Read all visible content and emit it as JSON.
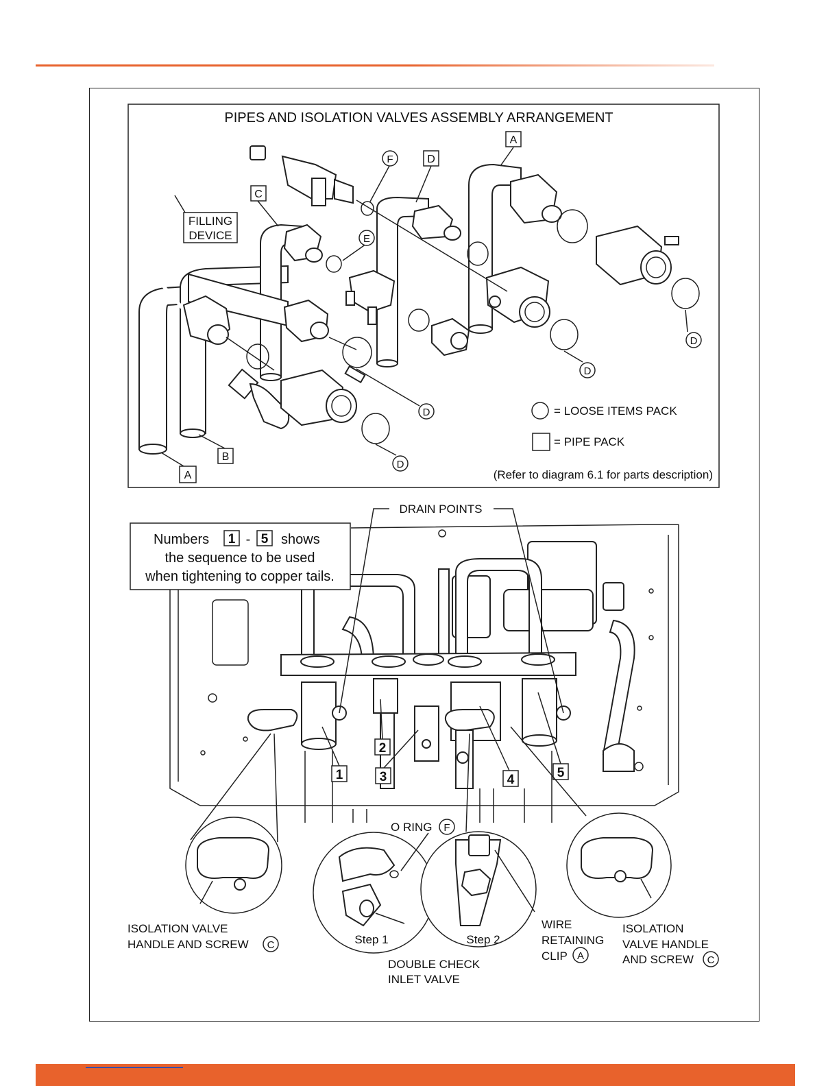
{
  "top_diagram": {
    "title": "PIPES AND ISOLATION VALVES ASSEMBLY ARRANGEMENT",
    "filling_device_line1": "FILLING",
    "filling_device_line2": "DEVICE",
    "callout_letters": {
      "a1": "A",
      "a2": "A",
      "b": "B",
      "c": "C",
      "d_top": "D",
      "d1": "D",
      "d2": "D",
      "d3": "D",
      "d4": "D",
      "e": "E",
      "f": "F"
    },
    "legend": {
      "loose_items": "=  LOOSE ITEMS PACK",
      "pipe_pack": "=  PIPE PACK"
    },
    "footnote": "(Refer to diagram 6.1 for parts description)"
  },
  "bottom_diagram": {
    "drain_points": "DRAIN POINTS",
    "info_box": {
      "line1_prefix": "Numbers",
      "num_start": "1",
      "dash": "-",
      "num_end": "5",
      "line1_suffix": "shows",
      "line2": "the sequence to be used",
      "line3": "when tightening to copper tails."
    },
    "sequence_numbers": [
      "1",
      "2",
      "3",
      "4",
      "5"
    ],
    "o_ring_label": "O RING",
    "o_ring_letter": "F",
    "step1": "Step 1",
    "step2": "Step 2",
    "isolation_left_line1": "ISOLATION VALVE",
    "isolation_left_line2": "HANDLE AND SCREW",
    "isolation_left_letter": "C",
    "double_check_line1": "DOUBLE CHECK",
    "double_check_line2": "INLET VALVE",
    "wire_clip_line1": "WIRE",
    "wire_clip_line2": "RETAINING",
    "wire_clip_line3": "CLIP",
    "wire_clip_letter": "A",
    "isolation_right_line1": "ISOLATION",
    "isolation_right_line2": "VALVE HANDLE",
    "isolation_right_line3": "AND SCREW",
    "isolation_right_letter": "C"
  },
  "colors": {
    "accent": "#e8622c",
    "link": "#3a4ea8"
  }
}
